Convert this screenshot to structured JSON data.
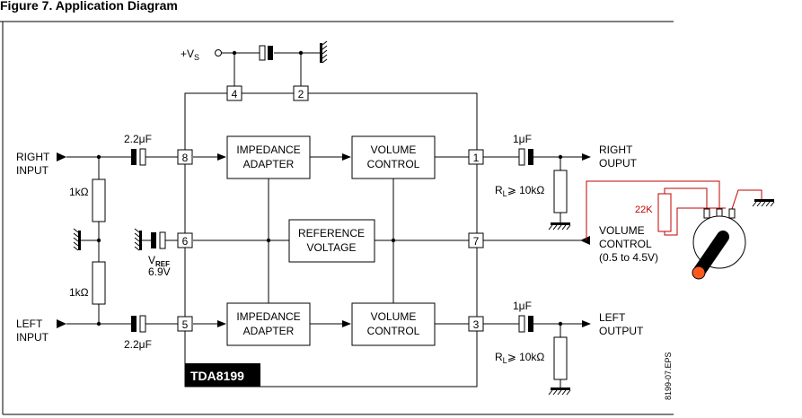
{
  "figure_title": "Figure 7. Application Diagram",
  "chip": {
    "name": "TDA8199"
  },
  "blocks": {
    "impedance_top": [
      "IMPEDANCE",
      "ADAPTER"
    ],
    "volume_top": [
      "VOLUME",
      "CONTROL"
    ],
    "reference": [
      "REFERENCE",
      "VOLTAGE"
    ],
    "impedance_bottom": [
      "IMPEDANCE",
      "ADAPTER"
    ],
    "volume_bottom": [
      "VOLUME",
      "CONTROL"
    ]
  },
  "pins": {
    "p1": "1",
    "p2": "2",
    "p3": "3",
    "p4": "4",
    "p5": "5",
    "p6": "6",
    "p7": "7",
    "p8": "8"
  },
  "supply": {
    "label": "+V",
    "sub": "S"
  },
  "right_input": [
    "RIGHT",
    "INPUT"
  ],
  "left_input": [
    "LEFT",
    "INPUT"
  ],
  "resistor_top": "1kΩ",
  "resistor_bottom": "1kΩ",
  "cap_in_top": "2.2μF",
  "cap_in_bottom": "2.2μF",
  "vref": {
    "main": "V",
    "sub": "REF",
    "value": "6.9V"
  },
  "cap_out_top": "1μF",
  "cap_out_bottom": "1μF",
  "load_top": {
    "r": "R",
    "sub": "L",
    "rest": "⩾ 10kΩ"
  },
  "load_bottom": {
    "r": "R",
    "sub": "L",
    "rest": "⩾ 10kΩ"
  },
  "right_output": [
    "RIGHT",
    "OUPUT"
  ],
  "left_output": [
    "LEFT",
    "OUTPUT"
  ],
  "volume_control": [
    "VOLUME",
    "CONTROL",
    "(0.5 to 4.5V)"
  ],
  "pot_resistor": "22K",
  "doc_code": "8199-07.EPS",
  "colors": {
    "red_wire": "#c00000",
    "knob": "#ff5a1e",
    "chip_label_bg": "#000000"
  }
}
